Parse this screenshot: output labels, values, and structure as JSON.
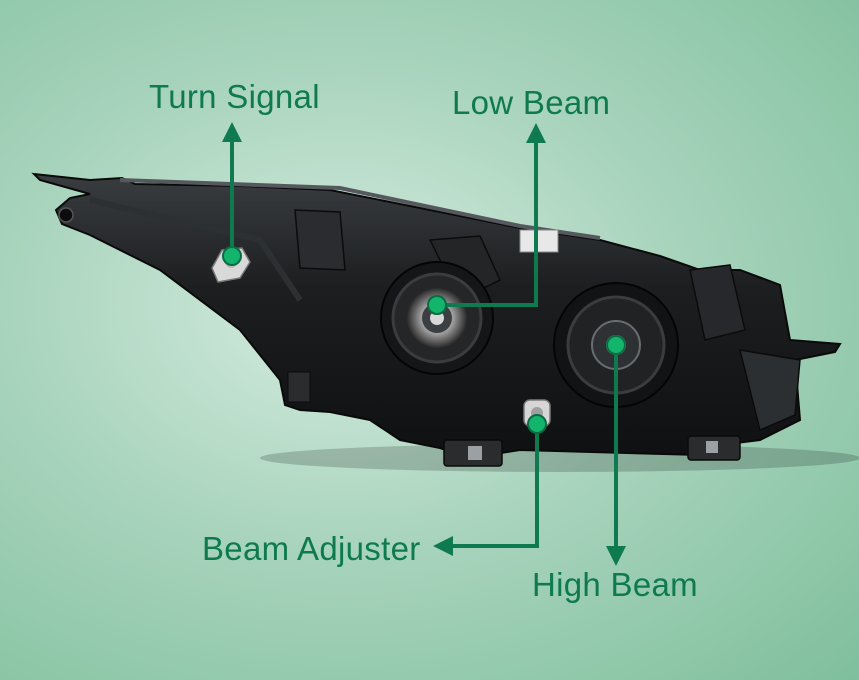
{
  "labels": {
    "turn_signal": "Turn Signal",
    "low_beam": "Low Beam",
    "beam_adjuster": "Beam Adjuster",
    "high_beam": "High Beam"
  },
  "colors": {
    "accent": "#0f7a4f",
    "background": "#a9d4bd",
    "housing": "#1b1d1f"
  },
  "icons": {
    "arrow": "arrow-icon",
    "marker": "callout-dot-icon"
  }
}
